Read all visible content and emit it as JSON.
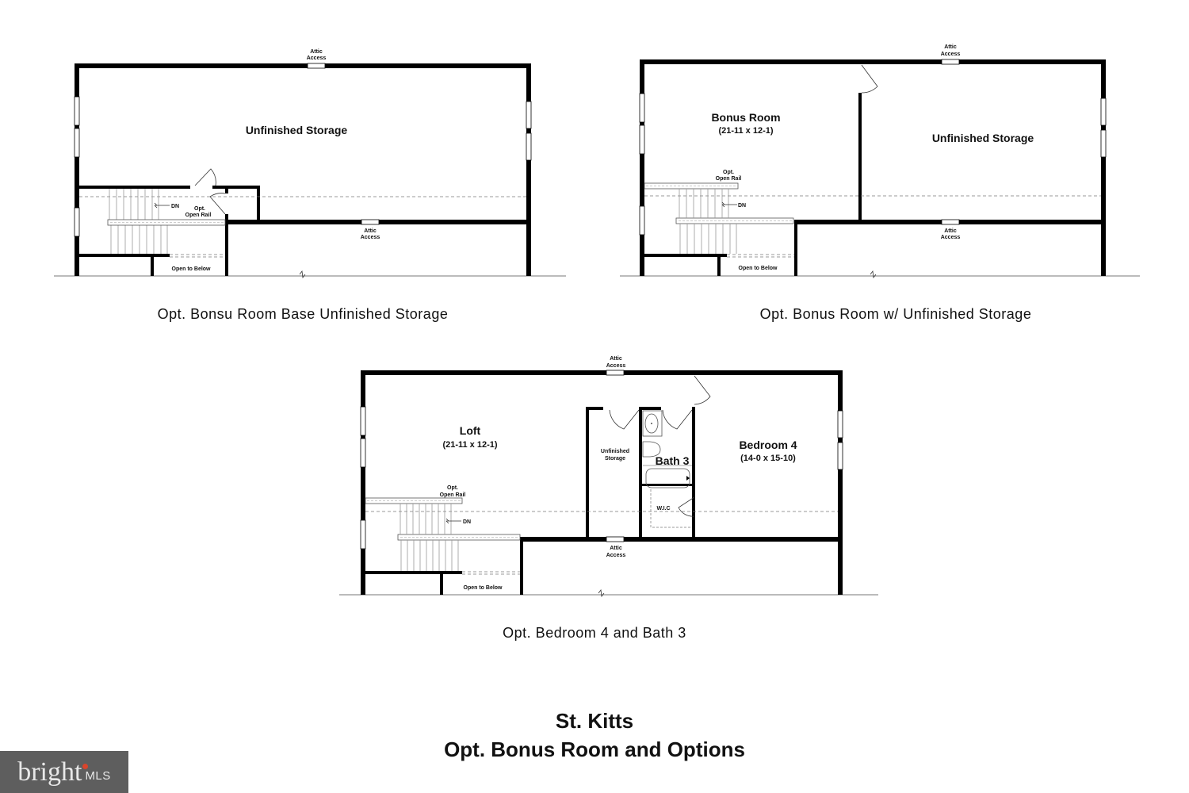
{
  "plans": [
    {
      "id": "plan-1",
      "caption": "Opt. Bonsu Room Base Unfinished Storage",
      "rooms": [
        {
          "name": "Unfinished Storage"
        }
      ],
      "labels": {
        "attic_top": [
          "Attic",
          "Access"
        ],
        "attic_mid": [
          "Attic",
          "Access"
        ],
        "dn": "DN",
        "rail": [
          "Opt.",
          "Open Rail"
        ],
        "open_below": "Open to Below"
      }
    },
    {
      "id": "plan-2",
      "caption": "Opt. Bonus Room w/ Unfinished Storage",
      "rooms": [
        {
          "name": "Bonus Room",
          "dims": "(21-11 x 12-1)"
        },
        {
          "name": "Unfinished Storage"
        }
      ],
      "labels": {
        "attic_top": [
          "Attic",
          "Access"
        ],
        "attic_mid": [
          "Attic",
          "Access"
        ],
        "dn": "DN",
        "rail": [
          "Opt.",
          "Open Rail"
        ],
        "open_below": "Open to Below"
      }
    },
    {
      "id": "plan-3",
      "caption": "Opt. Bedroom 4 and Bath 3",
      "rooms": [
        {
          "name": "Loft",
          "dims": "(21-11 x 12-1)"
        },
        {
          "name": "Bedroom 4",
          "dims": "(14-0 x 15-10)"
        },
        {
          "name": "Bath 3"
        },
        {
          "name": "Unfinished",
          "name2": "Storage"
        },
        {
          "name": "W.I.C"
        }
      ],
      "labels": {
        "attic_top": [
          "Attic",
          "Access"
        ],
        "attic_mid": [
          "Attic",
          "Access"
        ],
        "dn": "DN",
        "rail": [
          "Opt.",
          "Open Rail"
        ],
        "open_below": "Open to Below"
      }
    }
  ],
  "title": {
    "line1": "St. Kitts",
    "line2": "Opt. Bonus Room and Options"
  },
  "watermark": {
    "brand": "bright",
    "suffix": "MLS",
    "bg_color": "#5e5e5e",
    "accent_color": "#d9442b"
  }
}
